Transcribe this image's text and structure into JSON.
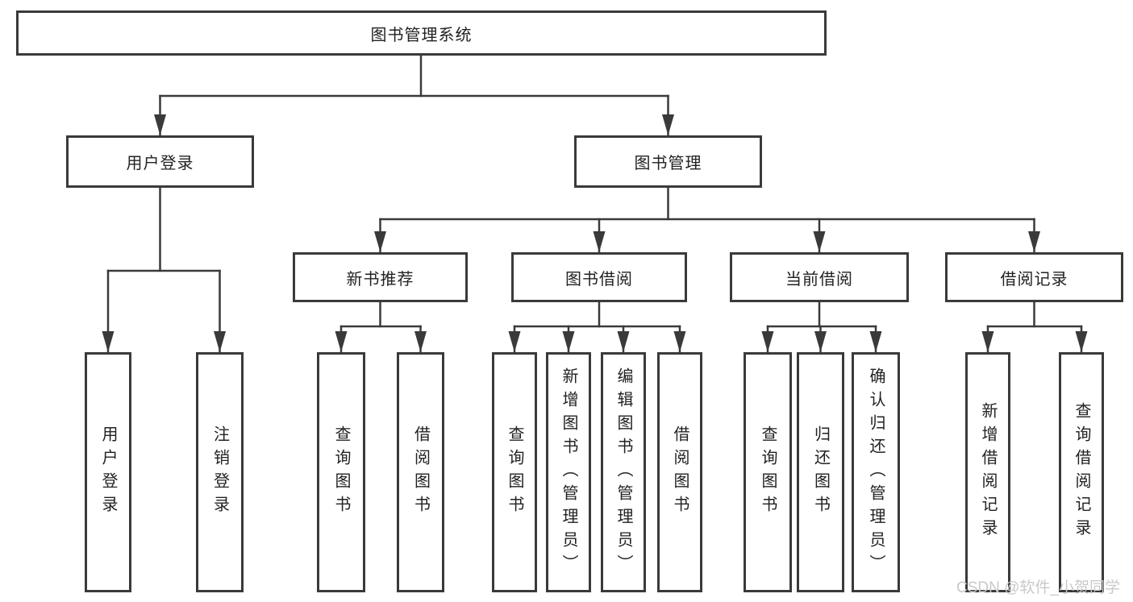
{
  "nodes": {
    "root": {
      "label": "图书管理系统"
    },
    "user_login": {
      "label": "用户登录"
    },
    "book_mgmt": {
      "label": "图书管理"
    },
    "new_book_rec": {
      "label": "新书推荐"
    },
    "book_borrow": {
      "label": "图书借阅"
    },
    "current_borrow": {
      "label": "当前借阅"
    },
    "borrow_record": {
      "label": "借阅记录"
    },
    "leaf_user_login": {
      "label": "用户登录"
    },
    "leaf_logout": {
      "label": "注销登录"
    },
    "rec_query_book": {
      "label": "查询图书"
    },
    "rec_borrow_book": {
      "label": "借阅图书"
    },
    "bb_query_book": {
      "label": "查询图书"
    },
    "bb_add_book": {
      "label": "新增图书（管理员）"
    },
    "bb_edit_book": {
      "label": "编辑图书（管理员）"
    },
    "bb_borrow_book": {
      "label": "借阅图书"
    },
    "cb_query_book": {
      "label": "查询图书"
    },
    "cb_return_book": {
      "label": "归还图书"
    },
    "cb_confirm_return": {
      "label": "确认归还（管理员）"
    },
    "br_add_record": {
      "label": "新增借阅记录"
    },
    "br_query_record": {
      "label": "查询借阅记录"
    }
  },
  "watermark": "CSDN @软件_小贺同学",
  "colors": {
    "line": "#3a3a3a",
    "text": "#222222",
    "background": "#ffffff",
    "watermark": "#c9c9c9"
  }
}
